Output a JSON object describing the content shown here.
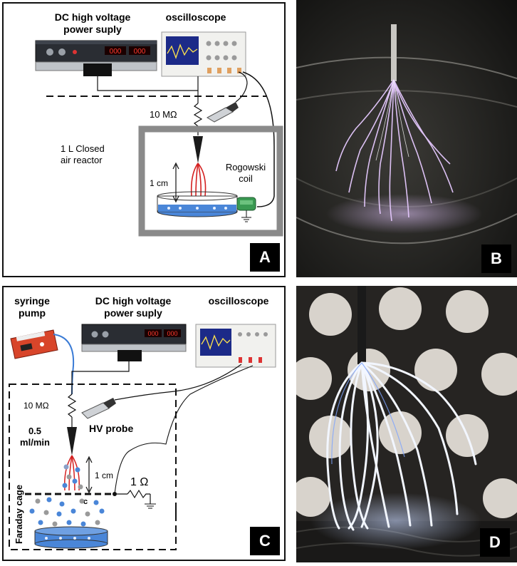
{
  "panel_a": {
    "hv_title_line1": "DC high voltage",
    "hv_title_line2": "power suply",
    "scope_title": "oscilloscope",
    "resistor_label": "10 MΩ",
    "reactor_line1": "1 L Closed",
    "reactor_line2": "air reactor",
    "gap_label": "1 cm",
    "rogowski_line1": "Rogowski",
    "rogowski_line2": "coil",
    "letter": "A"
  },
  "panel_b": {
    "letter": "B"
  },
  "panel_c": {
    "pump_line1": "syringe",
    "pump_line2": "pump",
    "hv_title_line1": "DC high voltage",
    "hv_title_line2": "power suply",
    "scope_title": "oscilloscope",
    "resistor_label": "10 MΩ",
    "flow_line1": "0.5",
    "flow_line2": "ml/min",
    "probe_label": "HV probe",
    "gap_label": "1 cm",
    "small_c": "c",
    "shunt_label": "1 Ω",
    "cage_label": "Faraday cage",
    "letter": "C"
  },
  "panel_d": {
    "letter": "D"
  },
  "colors": {
    "streamer_violet": "#d9b3ff",
    "streamer_white": "#f2f6ff",
    "liquid_blue": "#4a86d8",
    "probe_red": "#d42020",
    "pump_red": "#d8452a",
    "coil_green": "#3a9a52"
  }
}
